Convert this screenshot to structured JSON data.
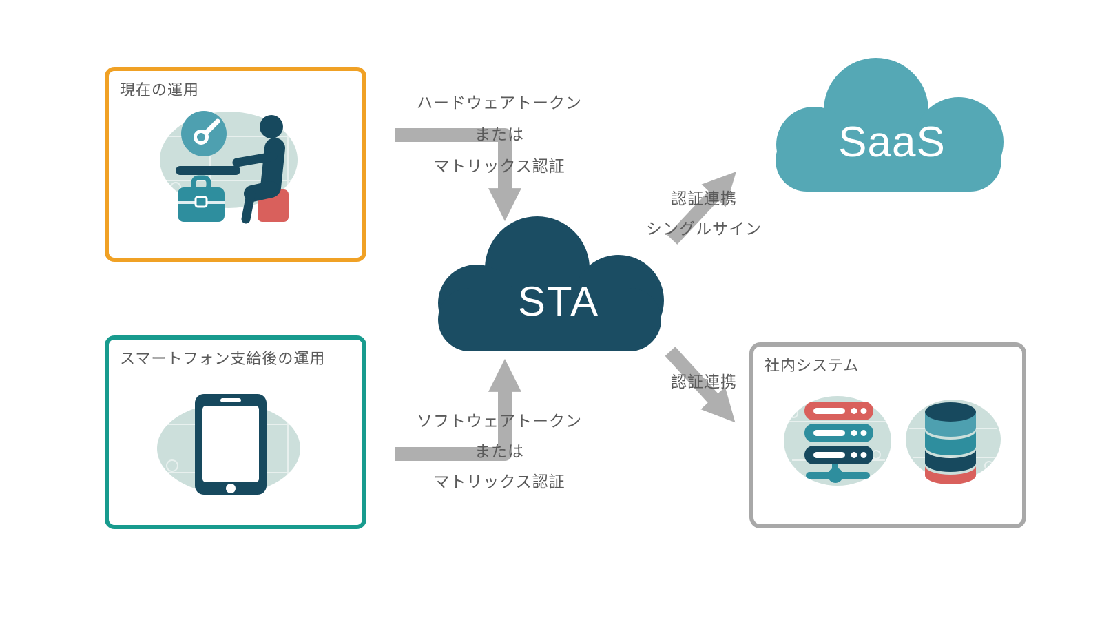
{
  "boxes": {
    "current": {
      "label": "現在の運用",
      "icon": "office-worker-icon"
    },
    "smartphone": {
      "label": "スマートフォン支給後の運用",
      "icon": "smartphone-icon"
    },
    "internal": {
      "label": "社内システム",
      "icons": [
        "server-icon",
        "database-icon"
      ]
    }
  },
  "clouds": {
    "sta": {
      "label": "STA"
    },
    "saas": {
      "label": "SaaS"
    }
  },
  "arrows": {
    "hardware": {
      "lines": [
        "ハードウェアトークン",
        "または",
        "マトリックス認証"
      ]
    },
    "software": {
      "lines": [
        "ソフトウェアトークン",
        "または",
        "マトリックス認証"
      ]
    },
    "saas_link": {
      "lines": [
        "認証連携",
        "シングルサイン"
      ]
    },
    "internal_link": {
      "lines": [
        "認証連携"
      ]
    }
  },
  "colors": {
    "background": "#FFFFFF",
    "sta_cloud": "#1B4D63",
    "saas_cloud": "#55A8B5",
    "arrow_gray": "#AFAFAF",
    "label_text": "#5A5A5A",
    "current_box_border": "#F0A125",
    "smartphone_box_border": "#189B8E",
    "internal_box_border": "#A8A8A8",
    "icon_navy": "#17495E",
    "icon_teal": "#2E8E9E",
    "icon_light_teal": "#4EA0B0",
    "icon_red": "#D9605C",
    "icon_blob": "#CCDFDB"
  }
}
